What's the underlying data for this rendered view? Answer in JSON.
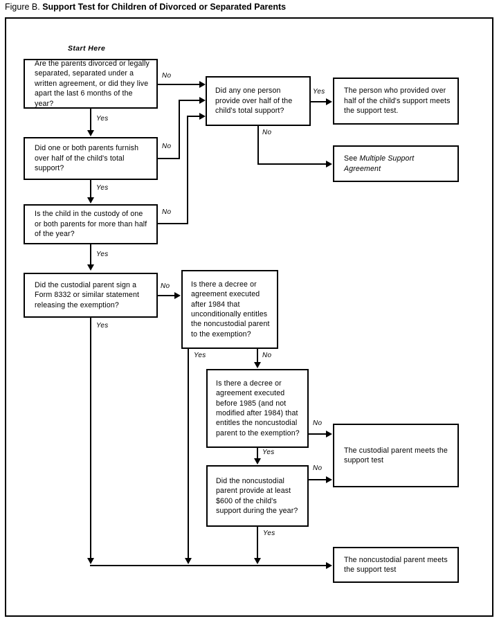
{
  "figure": {
    "label": "Figure B.",
    "name": "Support Test for Children of Divorced or Separated Parents"
  },
  "start_marker": "Start Here",
  "nodes": {
    "q1": "Are the parents divorced or legally separated, separated under a written agreement, or did they live apart the last 6 months of the year?",
    "q2": "Did one or both parents furnish over half of the child's total support?",
    "q3": "Is the child in the custody of one or both parents for more than half of the year?",
    "q4": "Did the custodial parent sign a Form 8332 or similar statement releasing the exemption?",
    "q5": "Did any one person provide over half of the child's total support?",
    "q6": "Is there a decree or agreement executed after 1984 that unconditionally entitles the noncustodial parent to the exemption?",
    "q7": "Is there a decree or agreement executed before 1985 (and not modified after 1984) that entitles the noncustodial parent to the exemption?",
    "q8": "Did the noncustodial parent provide at least $600 of the child's support during the year?",
    "r1": "The person who provided over half of the child's support meets the support test.",
    "r2_prefix": "See ",
    "r2_italic": "Multiple Support Agreement",
    "r3": "The custodial parent meets the support test",
    "r4": "The noncustodial parent meets the support test"
  },
  "edges": {
    "q1_no": "No",
    "q1_yes": "Yes",
    "q2_no": "No",
    "q2_yes": "Yes",
    "q3_no": "No",
    "q3_yes": "Yes",
    "q4_no": "No",
    "q4_yes": "Yes",
    "q5_yes": "Yes",
    "q5_no": "No",
    "q6_yes": "Yes",
    "q6_no": "No",
    "q7_no": "No",
    "q7_yes": "Yes",
    "q8_no": "No",
    "q8_yes": "Yes"
  },
  "colors": {
    "ink": "#000000",
    "paper": "#ffffff"
  }
}
